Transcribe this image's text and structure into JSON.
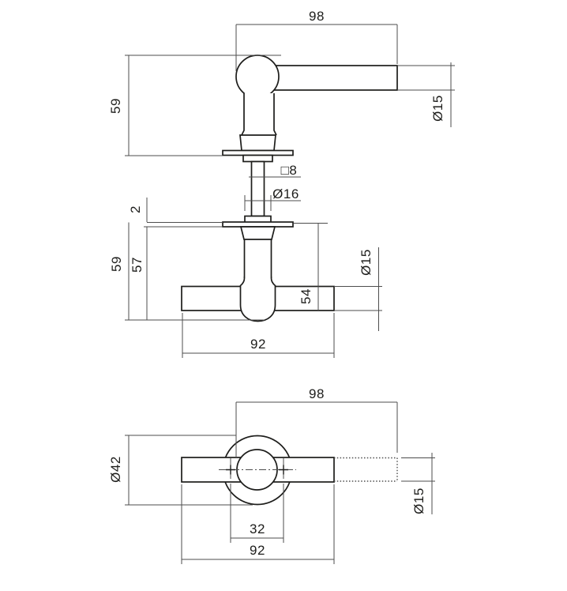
{
  "drawing": {
    "colors": {
      "object_line": "#1d1d1b",
      "dimension_line": "#4d4d4d",
      "background": "#ffffff"
    },
    "views": {
      "side": {
        "dims": {
          "length": "98",
          "height": "59",
          "lever_diameter": "Ø15",
          "spindle_square": "□8",
          "neck_diameter": "Ø16"
        }
      },
      "front": {
        "dims": {
          "rose_thickness": "2",
          "height_total": "59",
          "height_below_rose": "57",
          "height_to_lever": "54",
          "lever_diameter": "Ø15",
          "lever_length": "92"
        }
      },
      "plan": {
        "dims": {
          "length": "98",
          "rose_diameter": "Ø42",
          "lever_diameter": "Ø15",
          "screw_spacing": "32",
          "lever_length": "92"
        }
      }
    }
  }
}
